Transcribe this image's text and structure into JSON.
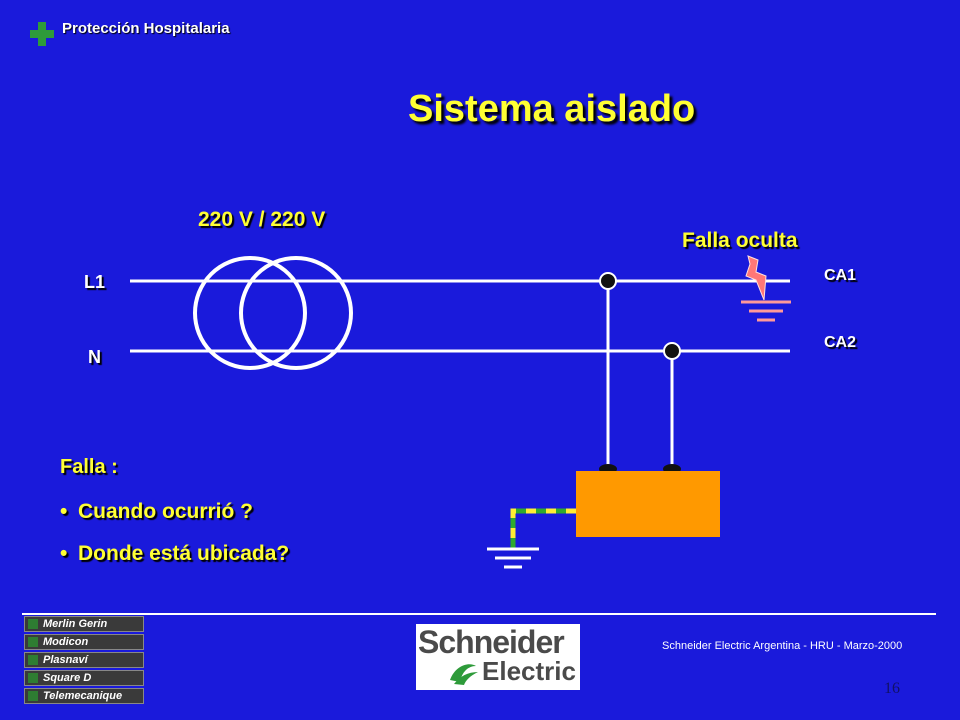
{
  "header": {
    "brand": "Protección Hospitalaria"
  },
  "slide": {
    "title": "Sistema aislado",
    "transformer_label": "220 V / 220 V",
    "fault_label": "Falla oculta",
    "line_l1": "L1",
    "line_n": "N",
    "circuit_ca1": "CA1",
    "circuit_ca2": "CA2",
    "question_heading": "Falla :",
    "bullets": [
      "Cuando ocurrió ?",
      "Donde está ubicada?"
    ]
  },
  "footer": {
    "brands": [
      "Merlin Gerin",
      "Modicon",
      "Plasnaví",
      "Square D",
      "Telemecanique"
    ],
    "logo_line1": "Schneider",
    "logo_line2": "Electric",
    "credit": "Schneider Electric Argentina - HRU - Marzo-2000",
    "page_number": "16"
  },
  "colors": {
    "background": "#1a1adb",
    "title": "#ffff33",
    "device_box": "#ff9900",
    "ground_stripe_green": "#2eaa2e",
    "ground_stripe_yellow": "#ffee33",
    "logo_green": "#2e9b3a"
  },
  "icons": [
    "plus-icon",
    "lightning-icon",
    "ground-icon"
  ]
}
